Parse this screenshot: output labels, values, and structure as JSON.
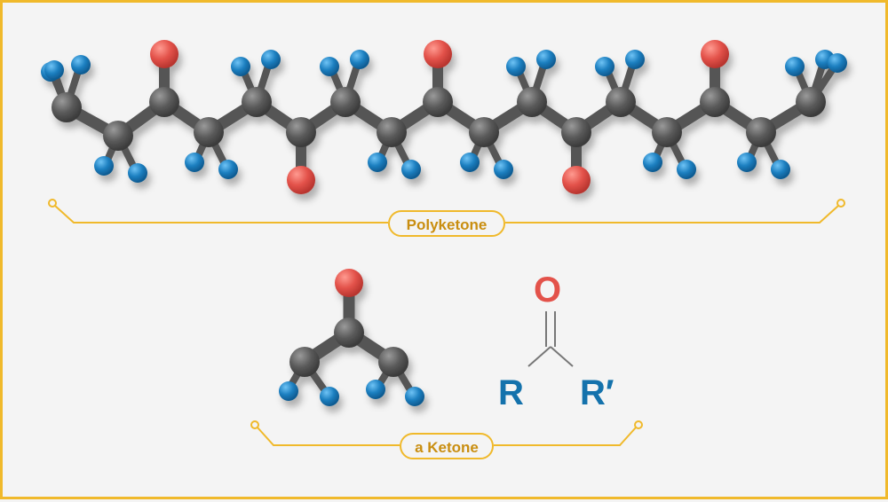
{
  "labels": {
    "polyketone": "Polyketone",
    "ketone": "a Ketone"
  },
  "formula": {
    "oxygen": "O",
    "r": "R",
    "r_prime": "R′"
  },
  "colors": {
    "carbon": "#5a5a5a",
    "hydrogen": "#1c7fc0",
    "oxygen": "#e3524a",
    "accent": "#f0b92b",
    "r_group": "#1472ac"
  }
}
